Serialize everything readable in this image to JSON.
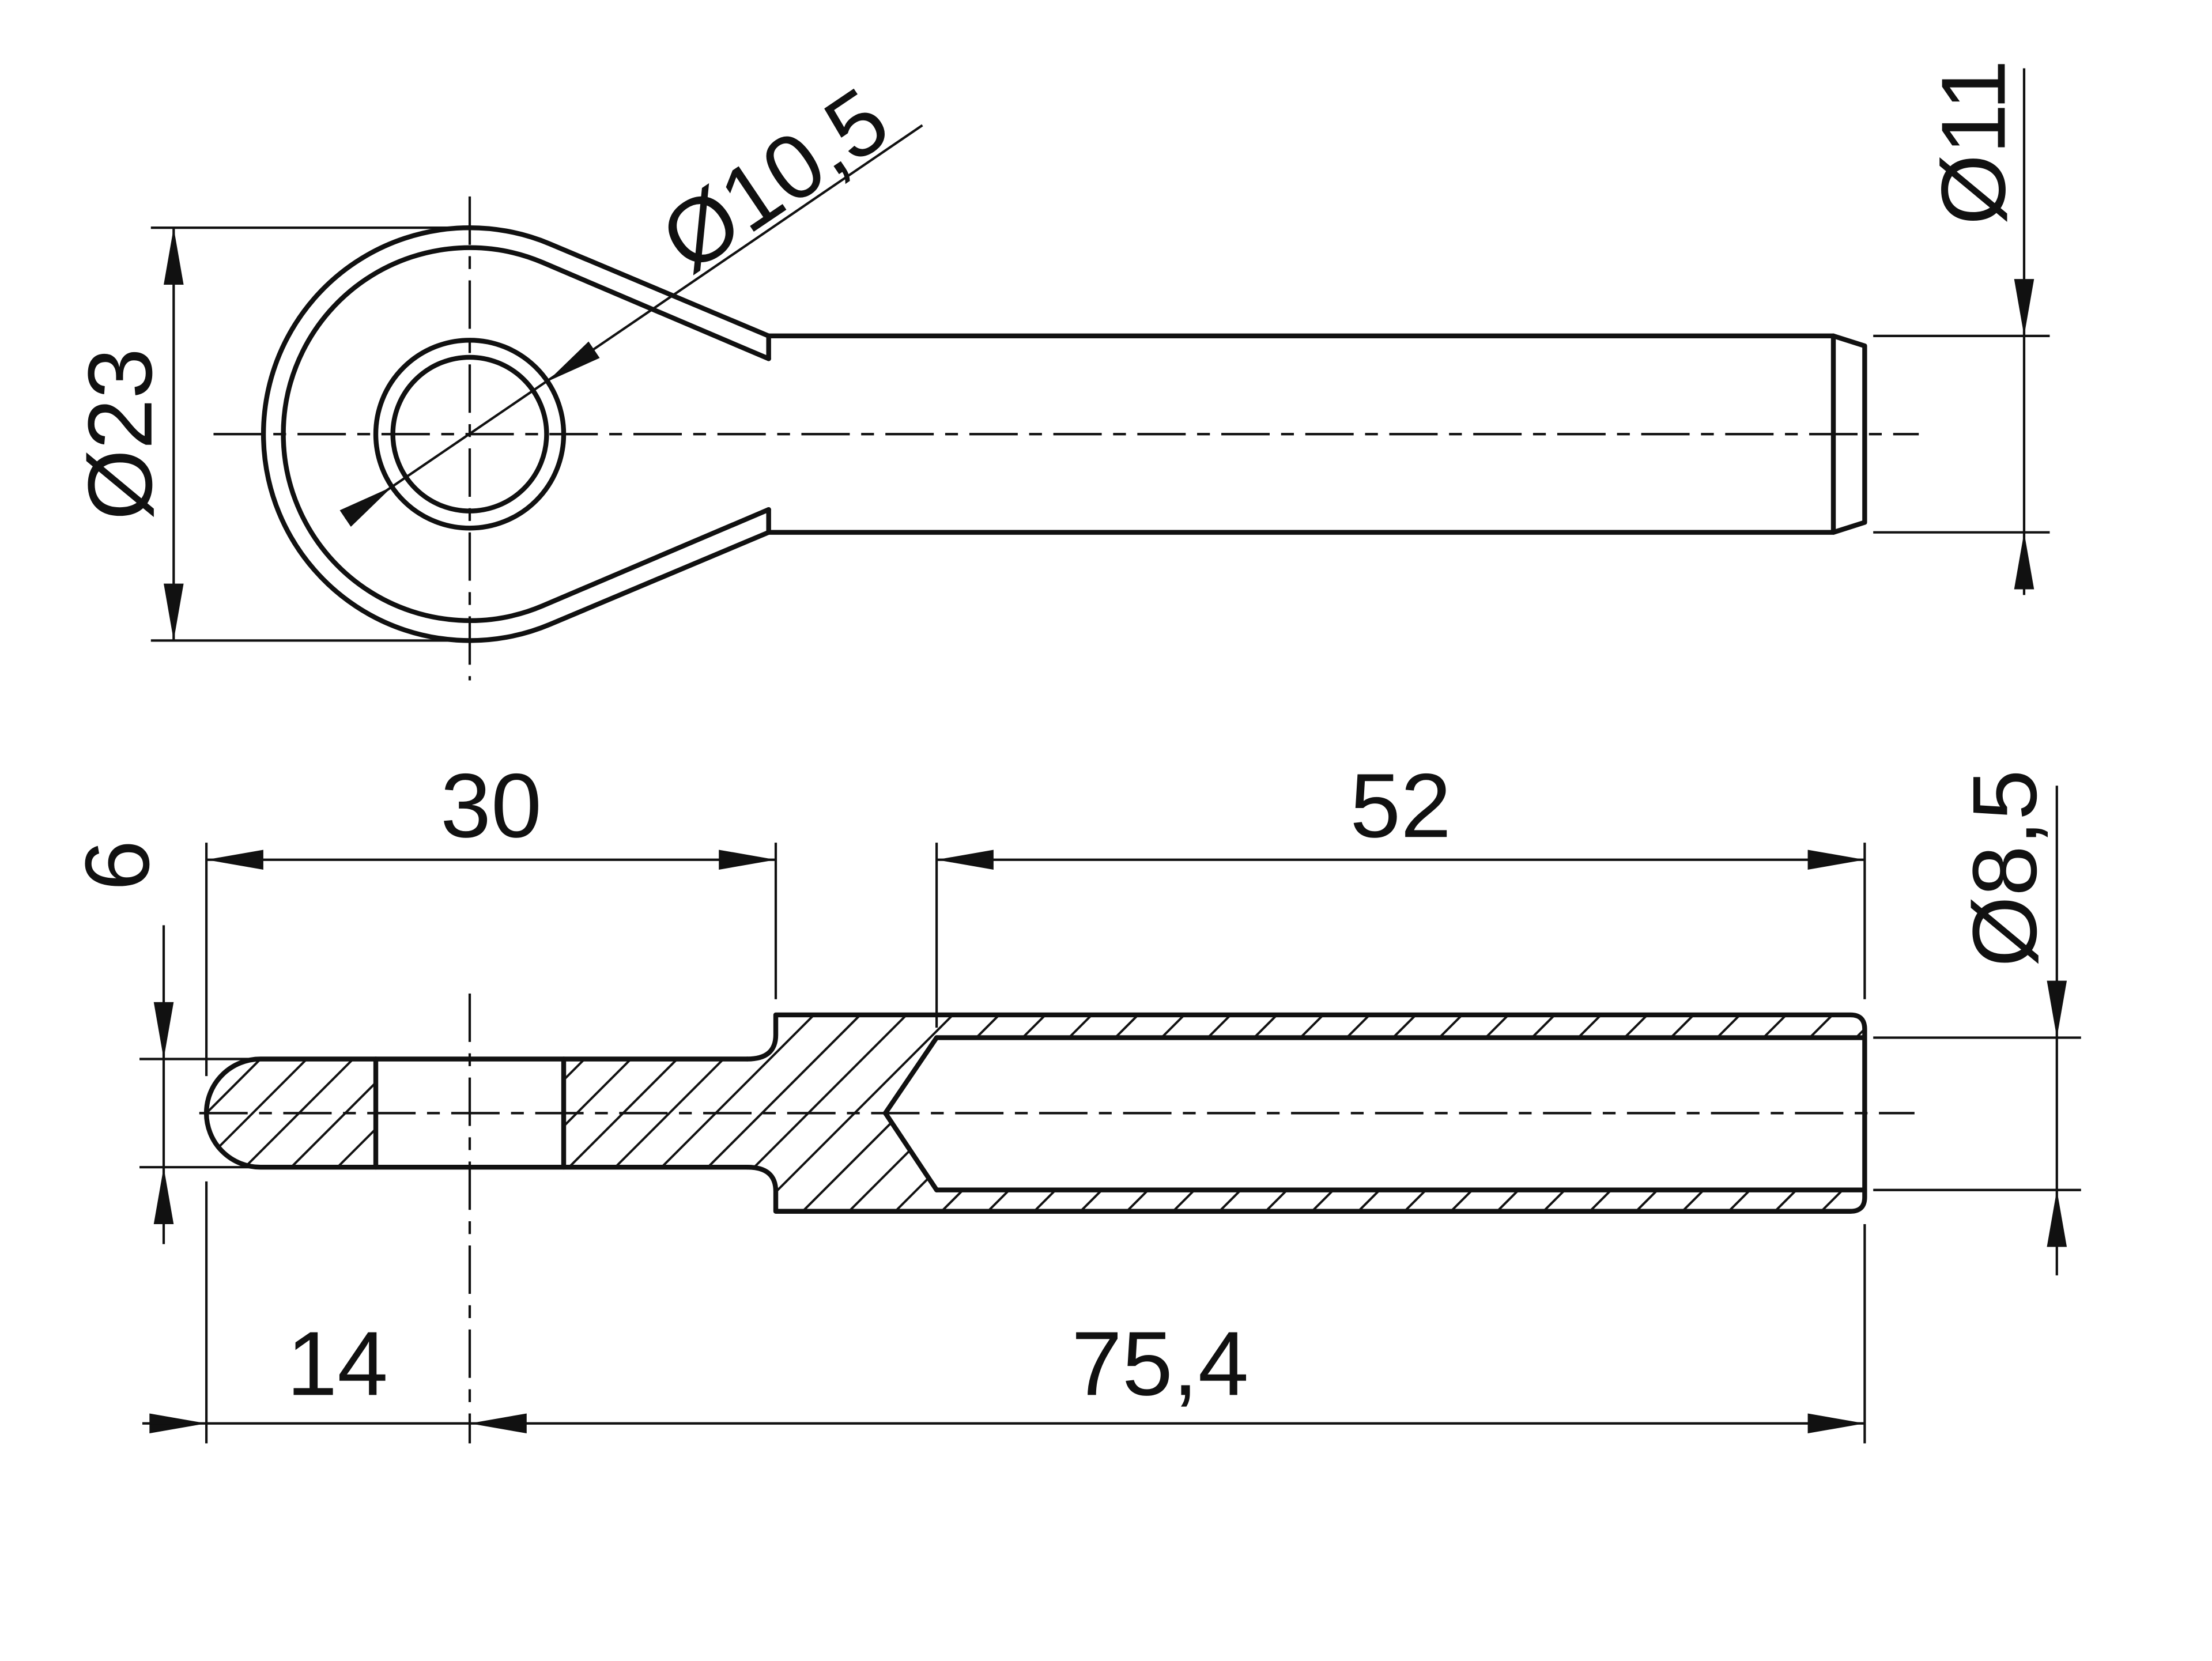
{
  "sheet": {
    "background": "#ffffff",
    "ink": "#111111"
  },
  "views": {
    "top": {
      "dims": {
        "eye_outer_diameter": "Ø23",
        "eye_hole_diameter": "Ø10,5",
        "shank_diameter": "Ø11"
      }
    },
    "section": {
      "dims": {
        "eye_length": "30",
        "bore_depth": "52",
        "eye_thickness": "6",
        "bore_diameter": "Ø8,5",
        "hole_center_from_end": "14",
        "shank_length": "75,4"
      }
    }
  }
}
